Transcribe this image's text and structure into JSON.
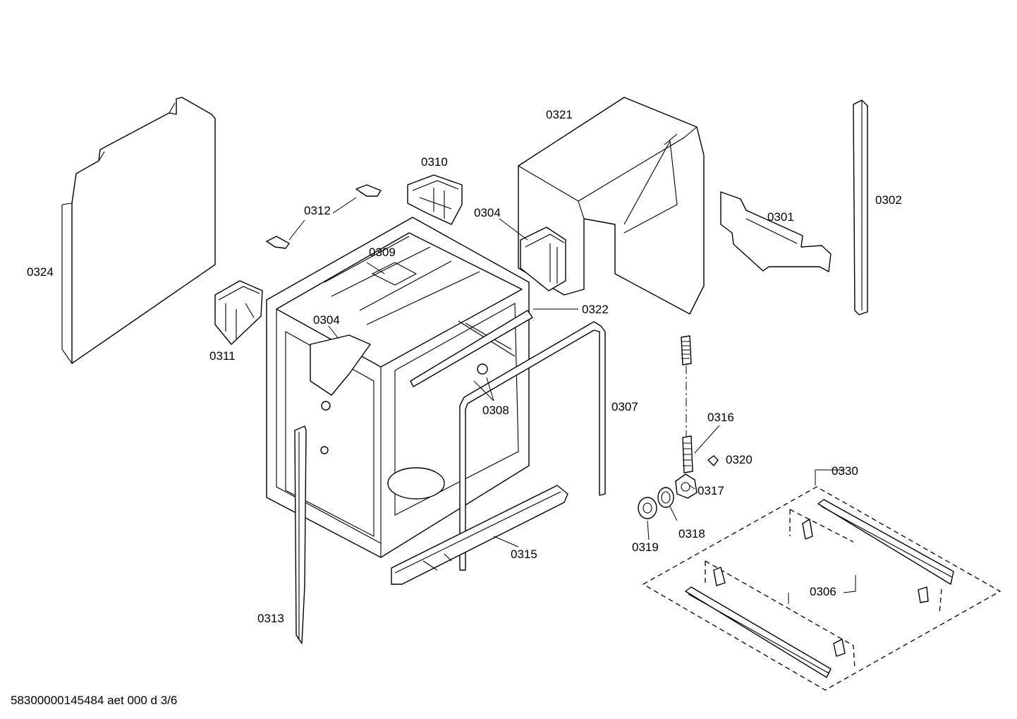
{
  "footer": "58300000145484 aet 000 d 3/6",
  "labels": {
    "p0301": "0301",
    "p0302": "0302",
    "p0304a": "0304",
    "p0304b": "0304",
    "p0306": "0306",
    "p0307": "0307",
    "p0308": "0308",
    "p0309": "0309",
    "p0310": "0310",
    "p0311": "0311",
    "p0312": "0312",
    "p0313": "0313",
    "p0315": "0315",
    "p0316": "0316",
    "p0317": "0317",
    "p0318": "0318",
    "p0319": "0319",
    "p0320": "0320",
    "p0321": "0321",
    "p0322": "0322",
    "p0324": "0324",
    "p0330": "0330"
  }
}
